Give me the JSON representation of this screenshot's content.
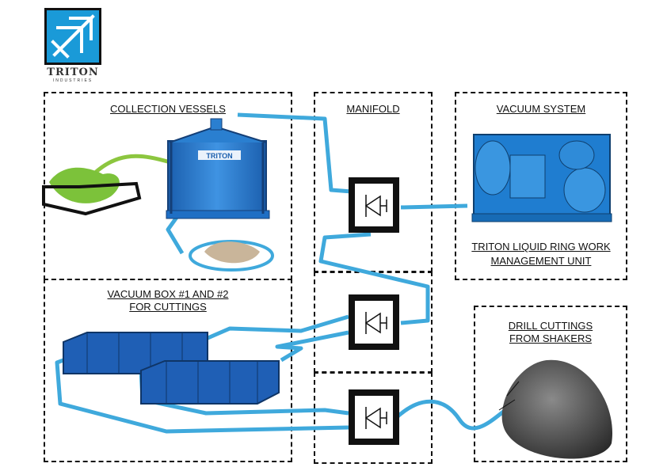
{
  "logo": {
    "word": "TRITON",
    "sub": "INDUSTRIES"
  },
  "zones": {
    "collection": "COLLECTION VESSELS",
    "manifold": "MANIFOLD",
    "vacuum": "VACUUM SYSTEM",
    "vacuum_box": "VACUUM BOX #1 AND #2\nFOR CUTTINGS",
    "drill": "DRILL CUTTINGS\nFROM SHAKERS"
  },
  "captions": {
    "liquid_ring": "TRITON LIQUID RING WORK\nMANAGEMENT UNIT"
  },
  "tank_label": "TRITON",
  "colors": {
    "pipe": "#3fa9dc",
    "green": "#8cc63f",
    "blue": "#1f6fc4",
    "tank": "#2a7fd0"
  }
}
